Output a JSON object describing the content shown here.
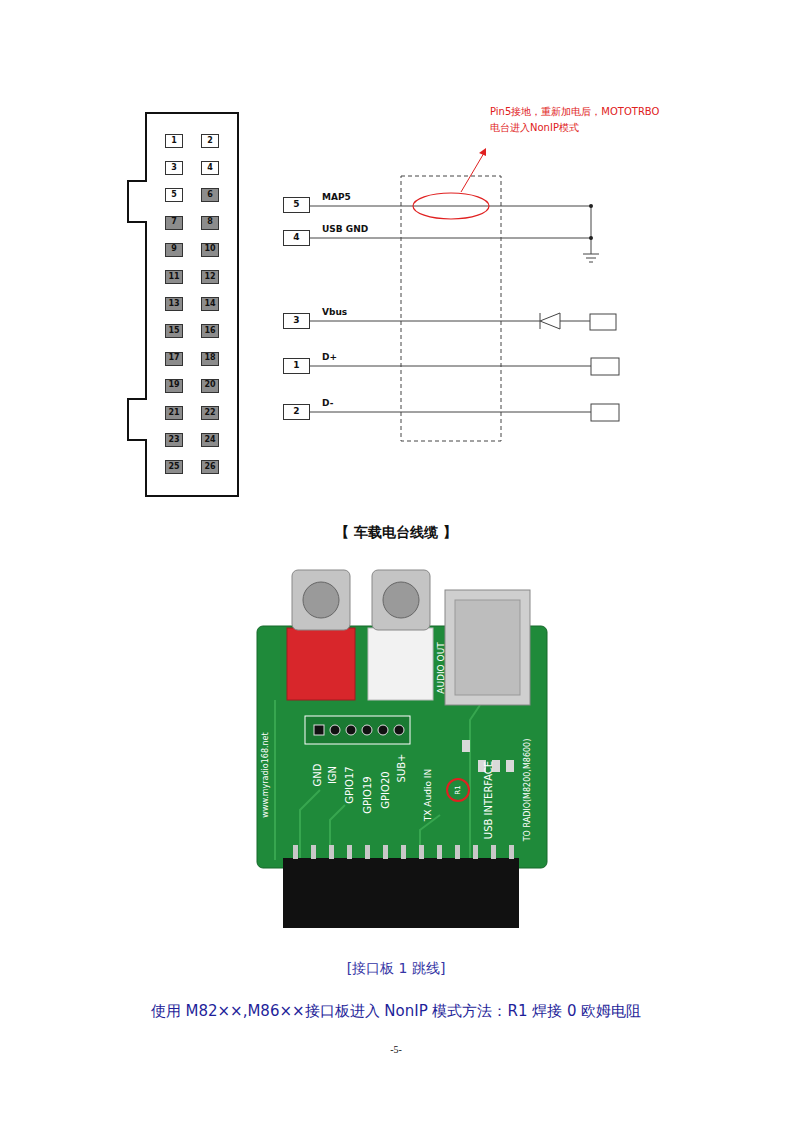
{
  "diagram": {
    "nodes": [
      {
        "text": [
          "1"
        ]
      },
      {
        "text": [
          "2"
        ]
      },
      {
        "text": [
          "3"
        ]
      },
      {
        "text": [
          "4"
        ]
      },
      {
        "text": [
          "5"
        ]
      },
      {
        "text": [
          "6"
        ]
      },
      {
        "text": [
          "7"
        ]
      },
      {
        "text": [
          "8"
        ]
      },
      {
        "text": [
          "9"
        ]
      },
      {
        "text": [
          "10"
        ]
      },
      {
        "text": [
          "11"
        ]
      },
      {
        "text": [
          "12"
        ]
      },
      {
        "text": [
          "13"
        ]
      },
      {
        "text": [
          "14"
        ]
      },
      {
        "text": [
          "15"
        ]
      },
      {
        "text": [
          "16"
        ]
      },
      {
        "text": [
          "17"
        ]
      },
      {
        "text": [
          "18"
        ]
      },
      {
        "text": [
          "19"
        ]
      },
      {
        "text": [
          "20"
        ]
      },
      {
        "text": [
          "21"
        ]
      },
      {
        "text": [
          "22"
        ]
      },
      {
        "text": [
          "23"
        ]
      },
      {
        "text": [
          "24"
        ]
      },
      {
        "text": [
          "25"
        ]
      },
      {
        "text": [
          "26"
        ]
      },
      {
        "text": [
          "5"
        ]
      },
      {
        "text": [
          "4"
        ]
      },
      {
        "text": [
          "3"
        ]
      },
      {
        "text": [
          "1"
        ]
      },
      {
        "text": [
          "2"
        ]
      }
    ],
    "labels": [
      "Pin5接地，重新加电后，MOTOTRBO 电台进入NonIP模式",
      "MAP5",
      "USB GND",
      "Vbus",
      "D+",
      "D-",
      "【 车载电台线缆 】",
      "www.myradio168.net",
      "GND",
      "IGN",
      "GPIO17",
      "GPIO19",
      "GPIO20",
      "SUB+",
      "TX Audio IN",
      "AUDIO OUT",
      "USB INTERFACE",
      "TO RADIO(M8200,M8600)",
      "R1",
      "[接口板 1 跳线]",
      "使用 M82××,M86××接口板进入 NonIP 模式方法：R1 焊接 0 欧姆电阻",
      "-5-"
    ]
  }
}
